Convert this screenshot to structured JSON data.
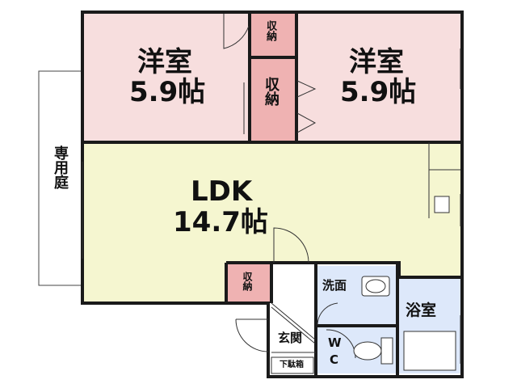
{
  "floor_plan": {
    "rooms": {
      "western_room_left": {
        "name": "洋室",
        "size": "5.9帖",
        "color": "#f7dede"
      },
      "western_room_right": {
        "name": "洋室",
        "size": "5.9帖",
        "color": "#f7dede"
      },
      "ldk": {
        "name": "LDK",
        "size": "14.7帖",
        "color": "#f5f6d0"
      },
      "closet_color": "#efb2b2",
      "wet_color": "#dde8fa"
    },
    "labels": {
      "closet": "収納",
      "private_garden": "専用庭",
      "washroom": "洗面",
      "bathroom": "浴室",
      "entrance": "玄関",
      "shoe_box": "下駄箱",
      "toilet_w": "W",
      "toilet_c": "C"
    }
  }
}
